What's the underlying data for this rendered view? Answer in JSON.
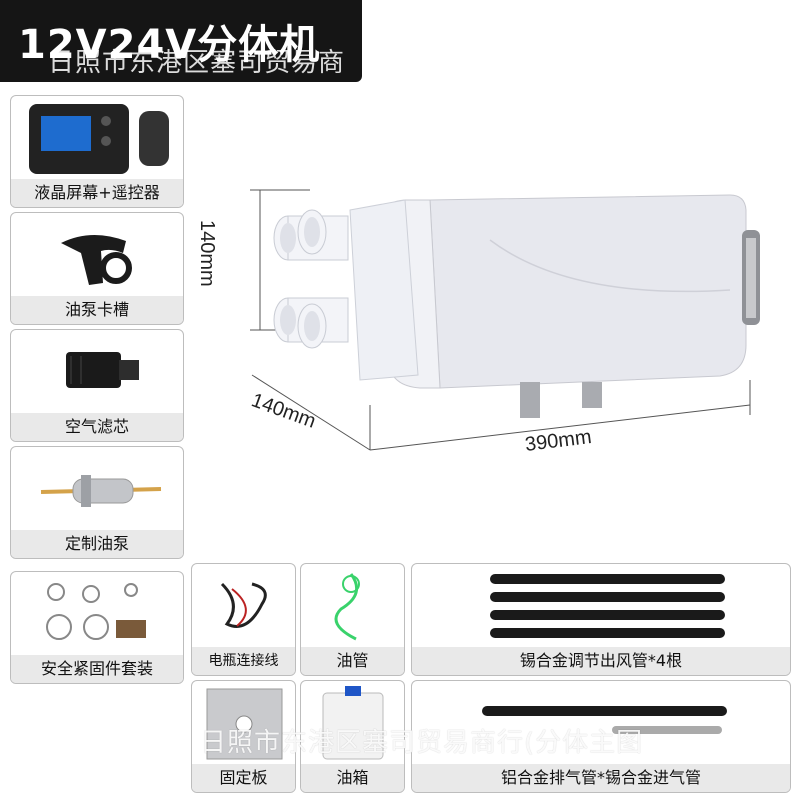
{
  "banner": {
    "title": "12V24V分体机",
    "watermark_top": "日照市东港区塞司贸易商",
    "watermark_bottom": "日照市东港区塞司贸易商行(分体主图"
  },
  "dimensions": {
    "height": "140mm",
    "depth": "140mm",
    "length": "390mm"
  },
  "parts": [
    {
      "label": "液晶屏幕+遥控器",
      "icon": "lcd-remote-icon"
    },
    {
      "label": "油泵卡槽",
      "icon": "pump-clamp-icon"
    },
    {
      "label": "空气滤芯",
      "icon": "air-filter-icon"
    },
    {
      "label": "定制油泵",
      "icon": "fuel-pump-icon"
    },
    {
      "label": "安全紧固件套装",
      "icon": "fastener-kit-icon"
    },
    {
      "label": "电瓶连接线",
      "icon": "battery-cable-icon"
    },
    {
      "label": "油管",
      "icon": "fuel-line-icon"
    },
    {
      "label": "锡合金调节出风管*4根",
      "icon": "air-hose-icon"
    },
    {
      "label": "固定板",
      "icon": "mount-plate-icon"
    },
    {
      "label": "油箱",
      "icon": "fuel-tank-icon"
    },
    {
      "label": "铝合金排气管*锡合金进气管",
      "icon": "exhaust-pipe-icon"
    }
  ]
}
